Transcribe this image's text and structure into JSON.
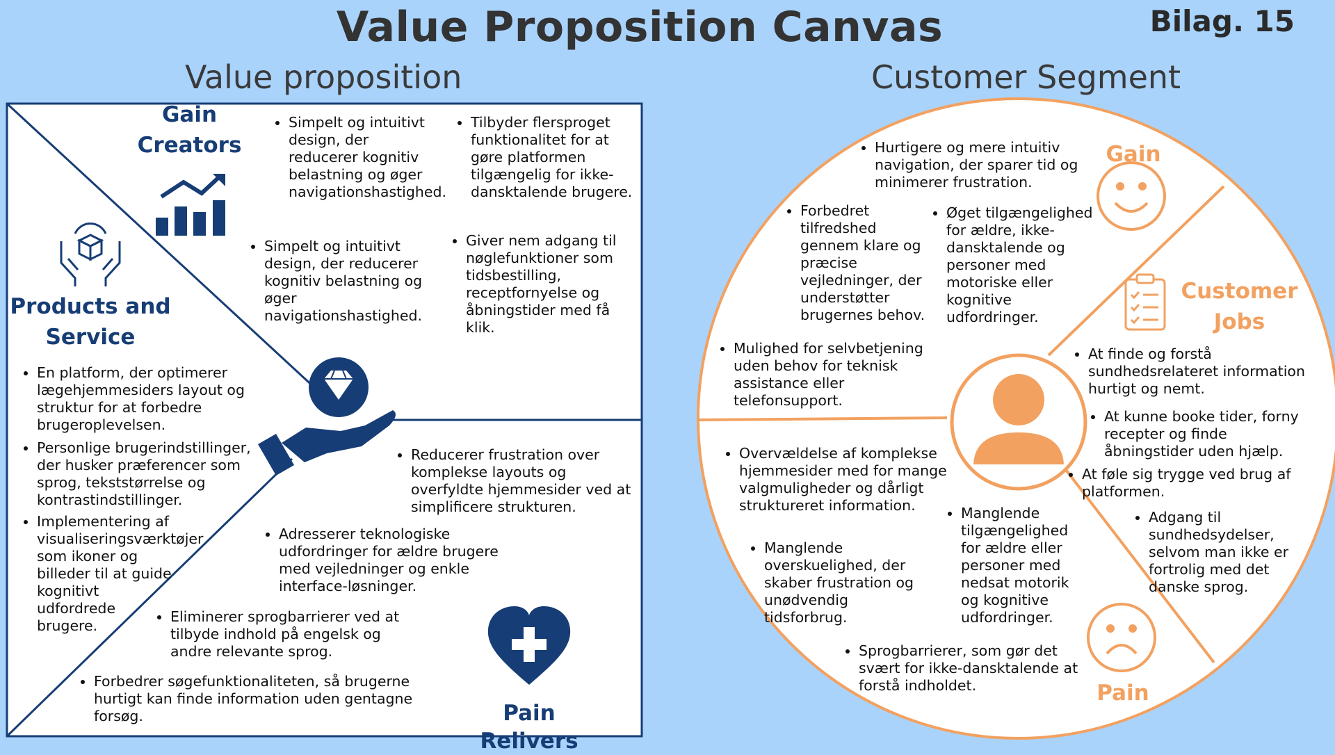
{
  "title": "Value Proposition Canvas",
  "appendix": "Bilag. 15",
  "vp_title": "Value proposition",
  "cs_title": "Customer Segment",
  "labels": {
    "gain_creators": "Gain Creators",
    "products_service": "Products and Service",
    "pain_relievers": "Pain Relivers",
    "gain": "Gain",
    "customer_jobs": "Customer Jobs",
    "pain": "Pain"
  },
  "gain_creators": [
    "Simpelt og intuitivt design, der reducerer kognitiv belastning og øger navigationshastighed.",
    "Tilbyder flersproget funktionalitet for at gøre platformen tilgængelig for ikke-dansktalende brugere.",
    "Simpelt og intuitivt design, der reducerer kognitiv belastning og øger navigationshastighed.",
    "Giver nem adgang til nøglefunktioner som tidsbestilling, receptfornyelse og åbningstider med få klik."
  ],
  "products_service": [
    "En platform, der optimerer lægehjemmesiders layout og struktur for at forbedre brugeroplevelsen.",
    "Personlige brugerindstillinger, der husker præferencer som sprog, tekststørrelse og kontrastindstillinger.",
    "Implementering af visualiseringsværktøjer som ikoner og billeder til at guide kognitivt udfordrede brugere."
  ],
  "pain_relievers": [
    "Reducerer frustration over komplekse layouts og overfyldte hjemmesider ved at simplificere strukturen.",
    "Adresserer teknologiske udfordringer for ældre brugere med vejledninger og enkle interface-løsninger.",
    "Eliminerer sprogbarrierer ved at tilbyde indhold på engelsk og andre relevante sprog.",
    "Forbedrer søgefunktionaliteten, så brugerne hurtigt kan finde information uden gentagne forsøg."
  ],
  "gains": [
    "Hurtigere og mere intuitiv navigation, der sparer tid og minimerer frustration.",
    "Forbedret tilfredshed gennem klare og præcise vejledninger, der understøtter brugernes behov.",
    "Øget tilgængelighed for ældre, ikke-dansktalende og personer med motoriske eller kognitive udfordringer.",
    "Mulighed for selvbetjening uden behov for teknisk assistance eller telefonsupport."
  ],
  "customer_jobs": [
    "At finde og forstå sundhedsrelateret information hurtigt og nemt.",
    "At kunne booke tider, forny recepter og finde åbningstider uden hjælp.",
    "At føle sig trygge ved brug af platformen.",
    "Adgang til sundhedsydelser, selvom man ikke er fortrolig med det danske sprog."
  ],
  "pains": [
    "Overvældelse af komplekse hjemmesider med for mange valgmuligheder og dårligt struktureret information.",
    "Manglende overskuelighed, der skaber frustration og unødvendig tidsforbrug.",
    "Manglende tilgængelighed for ældre eller personer med nedsat motorik og kognitive udfordringer.",
    "Sprogbarrierer, som gør det svært for ikke-dansktalende at forstå indholdet."
  ],
  "icons": {
    "growth": "growth-chart-icon",
    "product": "hands-box-icon",
    "diamond": "diamond-hand-icon",
    "health": "heart-plus-icon",
    "smile": "smiley-icon",
    "clipboard": "clipboard-icon",
    "user": "user-icon",
    "sad": "sad-face-icon"
  },
  "colors": {
    "background": "#a9d3fb",
    "navy": "#163d75",
    "orange": "#f2a160",
    "panel": "#ffffff"
  }
}
